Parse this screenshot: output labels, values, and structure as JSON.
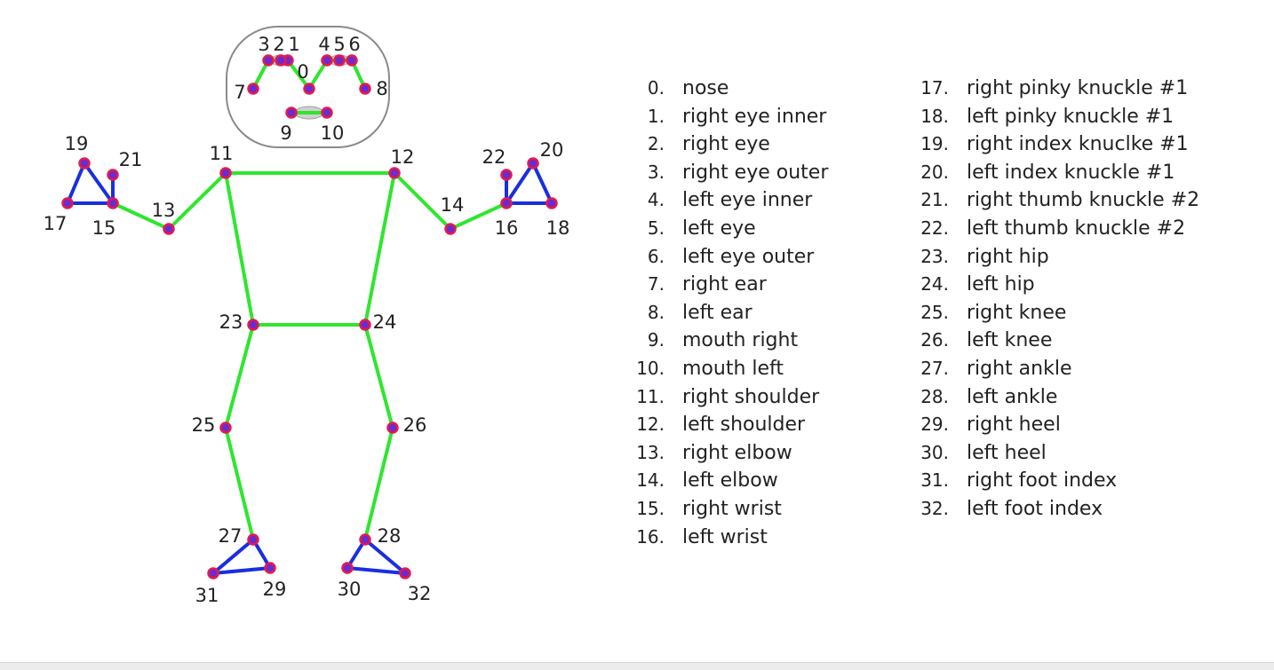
{
  "colors": {
    "body_connection": "#2ee62e",
    "hand_foot_connection": "#1a2ee0",
    "keypoint_fill": "#6a2bd0",
    "keypoint_stroke": "#e8194a",
    "face_outline": "#8a8a8a",
    "face_feature_fill": "#d0d0d0"
  },
  "keypoints": [
    {
      "id": "0",
      "label": "nose"
    },
    {
      "id": "1",
      "label": "right eye inner"
    },
    {
      "id": "2",
      "label": "right eye"
    },
    {
      "id": "3",
      "label": "right eye outer"
    },
    {
      "id": "4",
      "label": "left eye inner"
    },
    {
      "id": "5",
      "label": "left eye"
    },
    {
      "id": "6",
      "label": "left eye outer"
    },
    {
      "id": "7",
      "label": "right ear"
    },
    {
      "id": "8",
      "label": "left ear"
    },
    {
      "id": "9",
      "label": "mouth right"
    },
    {
      "id": "10",
      "label": "mouth left"
    },
    {
      "id": "11",
      "label": "right shoulder"
    },
    {
      "id": "12",
      "label": "left shoulder"
    },
    {
      "id": "13",
      "label": "right elbow"
    },
    {
      "id": "14",
      "label": "left elbow"
    },
    {
      "id": "15",
      "label": "right wrist"
    },
    {
      "id": "16",
      "label": "left wrist"
    },
    {
      "id": "17",
      "label": "right pinky knuckle #1"
    },
    {
      "id": "18",
      "label": "left pinky knuckle #1"
    },
    {
      "id": "19",
      "label": "right index knuclke #1"
    },
    {
      "id": "20",
      "label": "left index knuckle #1"
    },
    {
      "id": "21",
      "label": "right thumb knuckle #2"
    },
    {
      "id": "22",
      "label": "left thumb knuckle #2"
    },
    {
      "id": "23",
      "label": "right hip"
    },
    {
      "id": "24",
      "label": "left hip"
    },
    {
      "id": "25",
      "label": "right knee"
    },
    {
      "id": "26",
      "label": "left knee"
    },
    {
      "id": "27",
      "label": "right ankle"
    },
    {
      "id": "28",
      "label": "left ankle"
    },
    {
      "id": "29",
      "label": "right heel"
    },
    {
      "id": "30",
      "label": "left heel"
    },
    {
      "id": "31",
      "label": "right foot index"
    },
    {
      "id": "32",
      "label": "left foot index"
    }
  ],
  "legend_number_suffix": ".",
  "body_connections": [
    [
      "0",
      "1"
    ],
    [
      "1",
      "2"
    ],
    [
      "2",
      "3"
    ],
    [
      "3",
      "7"
    ],
    [
      "0",
      "4"
    ],
    [
      "4",
      "5"
    ],
    [
      "5",
      "6"
    ],
    [
      "6",
      "8"
    ],
    [
      "9",
      "10"
    ],
    [
      "11",
      "12"
    ],
    [
      "11",
      "13"
    ],
    [
      "13",
      "15"
    ],
    [
      "12",
      "14"
    ],
    [
      "14",
      "16"
    ],
    [
      "11",
      "23"
    ],
    [
      "12",
      "24"
    ],
    [
      "23",
      "24"
    ],
    [
      "23",
      "25"
    ],
    [
      "24",
      "26"
    ],
    [
      "25",
      "27"
    ],
    [
      "26",
      "28"
    ]
  ],
  "hand_foot_connections": [
    [
      "15",
      "17"
    ],
    [
      "15",
      "19"
    ],
    [
      "17",
      "19"
    ],
    [
      "15",
      "21"
    ],
    [
      "16",
      "18"
    ],
    [
      "16",
      "20"
    ],
    [
      "18",
      "20"
    ],
    [
      "16",
      "22"
    ],
    [
      "27",
      "29"
    ],
    [
      "27",
      "31"
    ],
    [
      "29",
      "31"
    ],
    [
      "28",
      "30"
    ],
    [
      "28",
      "32"
    ],
    [
      "30",
      "32"
    ]
  ]
}
